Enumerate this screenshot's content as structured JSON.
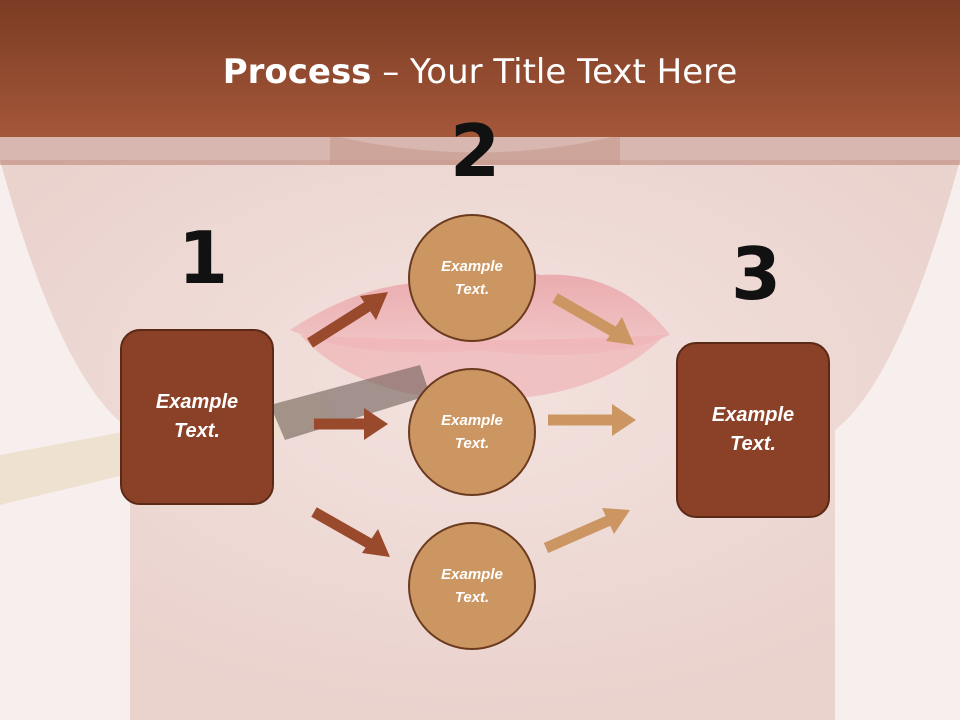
{
  "title": {
    "bold": "Process",
    "rest": " – Your Title Text Here"
  },
  "steps": [
    {
      "number": "1",
      "text_line1": "Example",
      "text_line2": "Text."
    },
    {
      "number": "2"
    },
    {
      "number": "3",
      "text_line1": "Example",
      "text_line2": "Text."
    }
  ],
  "circles": [
    {
      "line1": "Example",
      "line2": "Text."
    },
    {
      "line1": "Example",
      "line2": "Text."
    },
    {
      "line1": "Example",
      "line2": "Text."
    }
  ],
  "colors": {
    "header": "#a5573a",
    "box_fill": "#8b4128",
    "circle_fill": "#cc9663",
    "arrow_dark": "#9a4a2c",
    "arrow_light": "#cc9663"
  }
}
